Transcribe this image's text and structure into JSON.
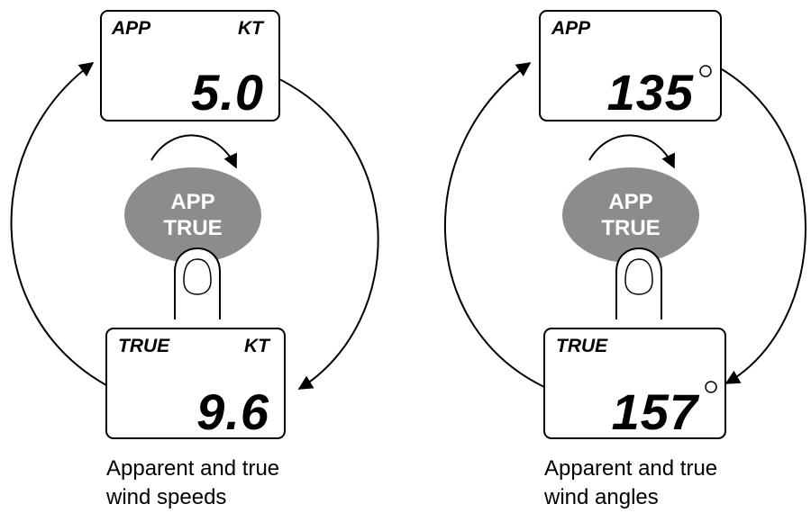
{
  "colors": {
    "button_fill": "#8c8c8c",
    "stroke": "#000000",
    "background": "#ffffff"
  },
  "button": {
    "line1": "APP",
    "line2": "TRUE"
  },
  "speed_panel": {
    "app_display": {
      "mode": "APP",
      "unit": "KT",
      "value": "5.0"
    },
    "true_display": {
      "mode": "TRUE",
      "unit": "KT",
      "value": "9.6"
    },
    "caption": {
      "line1": "Apparent and true",
      "line2": "wind speeds"
    }
  },
  "angle_panel": {
    "app_display": {
      "mode": "APP",
      "value": "135",
      "unit_icon": "degree-circle-icon"
    },
    "true_display": {
      "mode": "TRUE",
      "value": "157",
      "unit_icon": "degree-circle-icon"
    },
    "caption": {
      "line1": "Apparent and true",
      "line2": "wind angles"
    }
  }
}
